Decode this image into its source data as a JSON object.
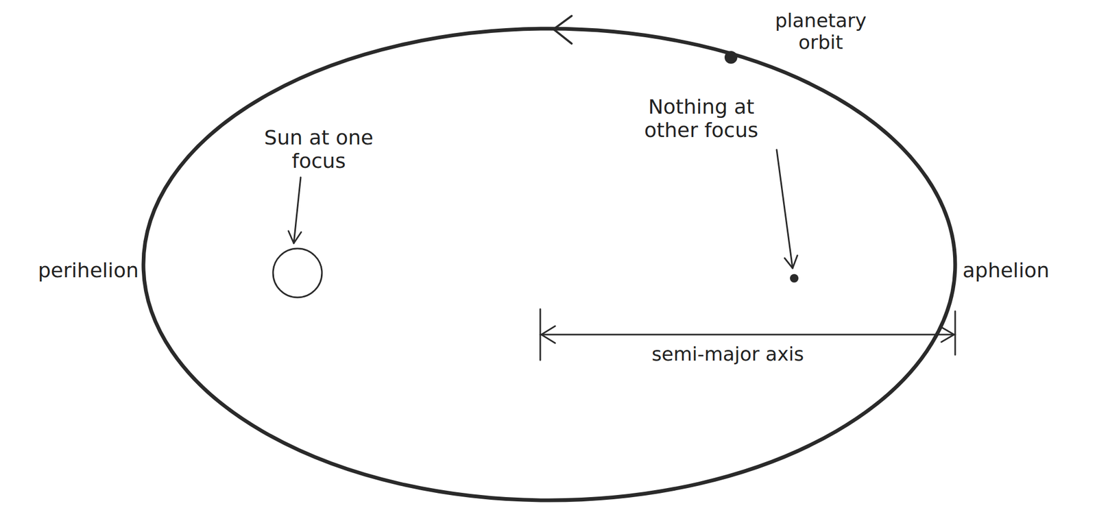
{
  "diagram": {
    "labels": [
      "planetary orbit",
      "Sun at one focus",
      "Nothing at other focus",
      "perihelion",
      "aphelion",
      "semi-major axis"
    ]
  }
}
